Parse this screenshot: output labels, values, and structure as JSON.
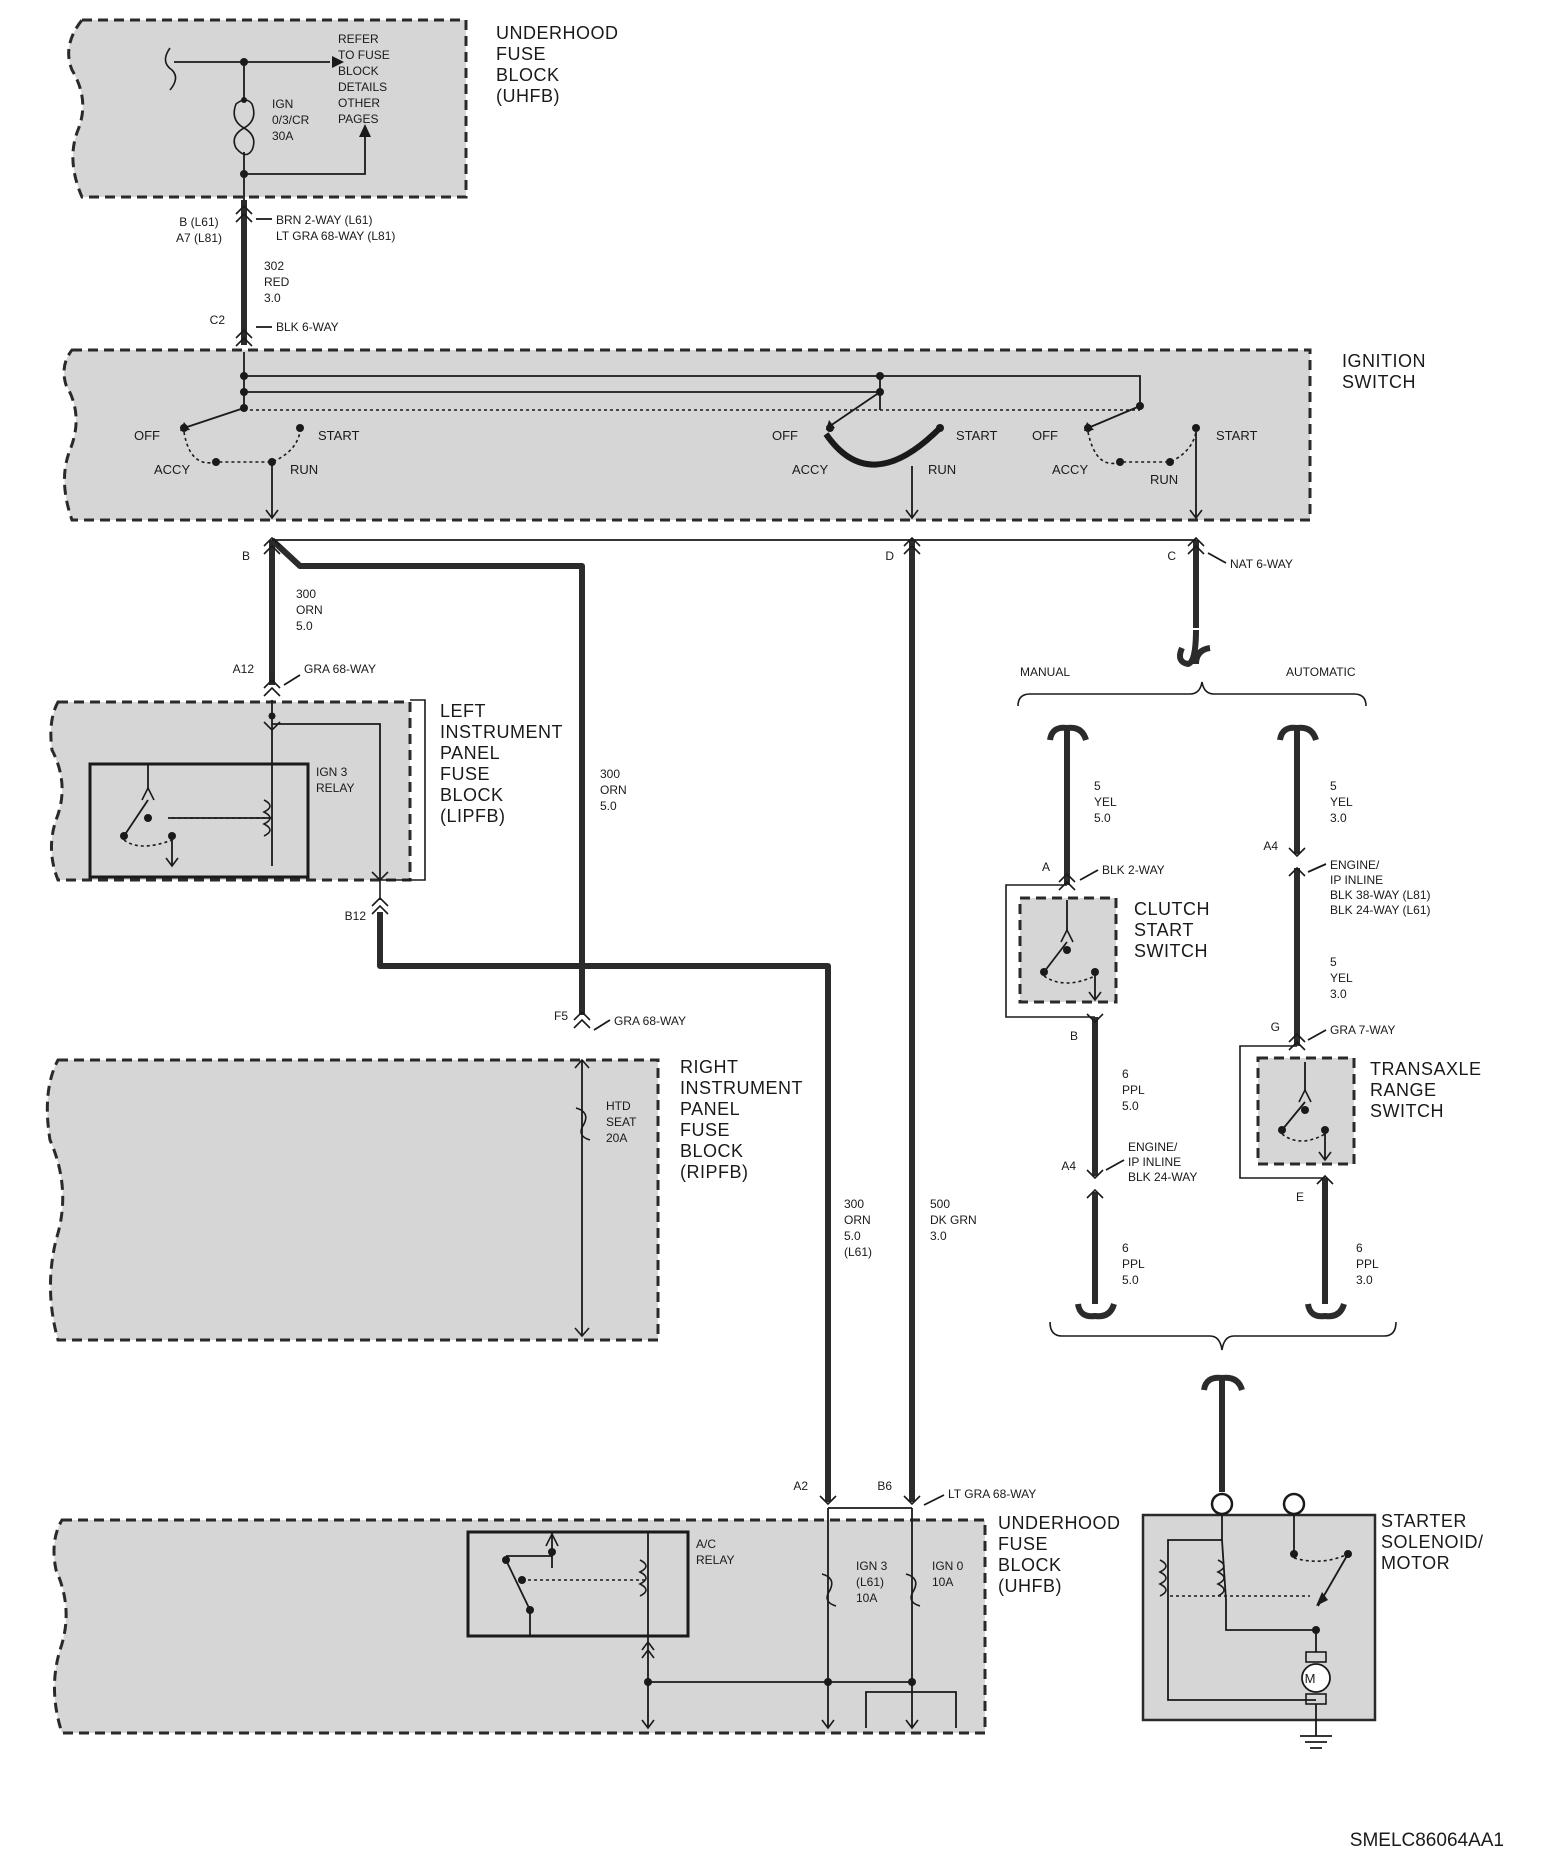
{
  "title": "",
  "blocks": {
    "uhfb_top": [
      "UNDERHOOD",
      "FUSE",
      "BLOCK",
      "(UHFB)"
    ],
    "ignition": [
      "IGNITION",
      "SWITCH"
    ],
    "lipfb": [
      "LEFT",
      "INSTRUMENT",
      "PANEL",
      "FUSE",
      "BLOCK",
      "(LIPFB)"
    ],
    "ripfb": [
      "RIGHT",
      "INSTRUMENT",
      "PANEL",
      "FUSE",
      "BLOCK",
      "(RIPFB)"
    ],
    "uhfb_bottom": [
      "UNDERHOOD",
      "FUSE",
      "BLOCK",
      "(UHFB)"
    ],
    "clutch": [
      "CLUTCH",
      "START",
      "SWITCH"
    ],
    "transaxle": [
      "TRANSAXLE",
      "RANGE",
      "SWITCH"
    ],
    "starter": [
      "STARTER",
      "SOLENOID/",
      "MOTOR"
    ]
  },
  "components": {
    "refer_note": [
      "REFER",
      "TO FUSE",
      "BLOCK",
      "DETAILS",
      "OTHER",
      "PAGES"
    ],
    "fuse_ign_cr": [
      "IGN",
      "0/3/CR",
      "30A"
    ],
    "ign3_relay": [
      "IGN 3",
      "RELAY"
    ],
    "htd_seat": [
      "HTD",
      "SEAT",
      "20A"
    ],
    "ac_relay": [
      "A/C",
      "RELAY"
    ],
    "fuse_ign3": [
      "IGN 3",
      "(L61)",
      "10A"
    ],
    "fuse_ign0": [
      "IGN 0",
      "10A"
    ],
    "motor": "M"
  },
  "switch_positions": {
    "off": "OFF",
    "accy": "ACCY",
    "run": "RUN",
    "start": "START"
  },
  "transmission": {
    "manual": "MANUAL",
    "automatic": "AUTOMATIC"
  },
  "connectors": {
    "c_top_pins": [
      "B (L61)",
      "A7 (L81)"
    ],
    "c_top_desc": [
      "BRN 2-WAY (L61)",
      "LT GRA 68-WAY (L81)"
    ],
    "c2_pin": "C2",
    "c2_desc": "BLK 6-WAY",
    "pin_b": "B",
    "pin_d": "D",
    "pin_c": "C",
    "nat6": "NAT 6-WAY",
    "a12_pin": "A12",
    "a12_desc": "GRA 68-WAY",
    "b12_pin": "B12",
    "f5_pin": "F5",
    "f5_desc": "GRA 68-WAY",
    "a2_pin": "A2",
    "b6_pin": "B6",
    "b6_desc": "LT GRA 68-WAY",
    "clutch_a_pin": "A",
    "clutch_a_desc": "BLK 2-WAY",
    "clutch_b_pin": "B",
    "engine_a4_left_pin": "A4",
    "engine_a4_left_desc": [
      "ENGINE/",
      "IP INLINE",
      "BLK 24-WAY"
    ],
    "engine_a4_right_pin": "A4",
    "engine_a4_right_desc": [
      "ENGINE/",
      "IP INLINE",
      "BLK 38-WAY (L81)",
      "BLK 24-WAY (L61)"
    ],
    "trans_g_pin": "G",
    "trans_g_desc": "GRA 7-WAY",
    "trans_e_pin": "E"
  },
  "wires": {
    "w302": [
      "302",
      "RED",
      "3.0"
    ],
    "w300_a": [
      "300",
      "ORN",
      "5.0"
    ],
    "w300_b": [
      "300",
      "ORN",
      "5.0"
    ],
    "w300_l61": [
      "300",
      "ORN",
      "5.0",
      "(L61)"
    ],
    "w500": [
      "500",
      "DK GRN",
      "3.0"
    ],
    "w5_manual": [
      "5",
      "YEL",
      "5.0"
    ],
    "w5_auto_top": [
      "5",
      "YEL",
      "3.0"
    ],
    "w5_auto_mid": [
      "5",
      "YEL",
      "3.0"
    ],
    "w6_manual_mid": [
      "6",
      "PPL",
      "5.0"
    ],
    "w6_manual_low": [
      "6",
      "PPL",
      "5.0"
    ],
    "w6_auto_low": [
      "6",
      "PPL",
      "3.0"
    ]
  },
  "footer_code": "SMELC86064AA1"
}
